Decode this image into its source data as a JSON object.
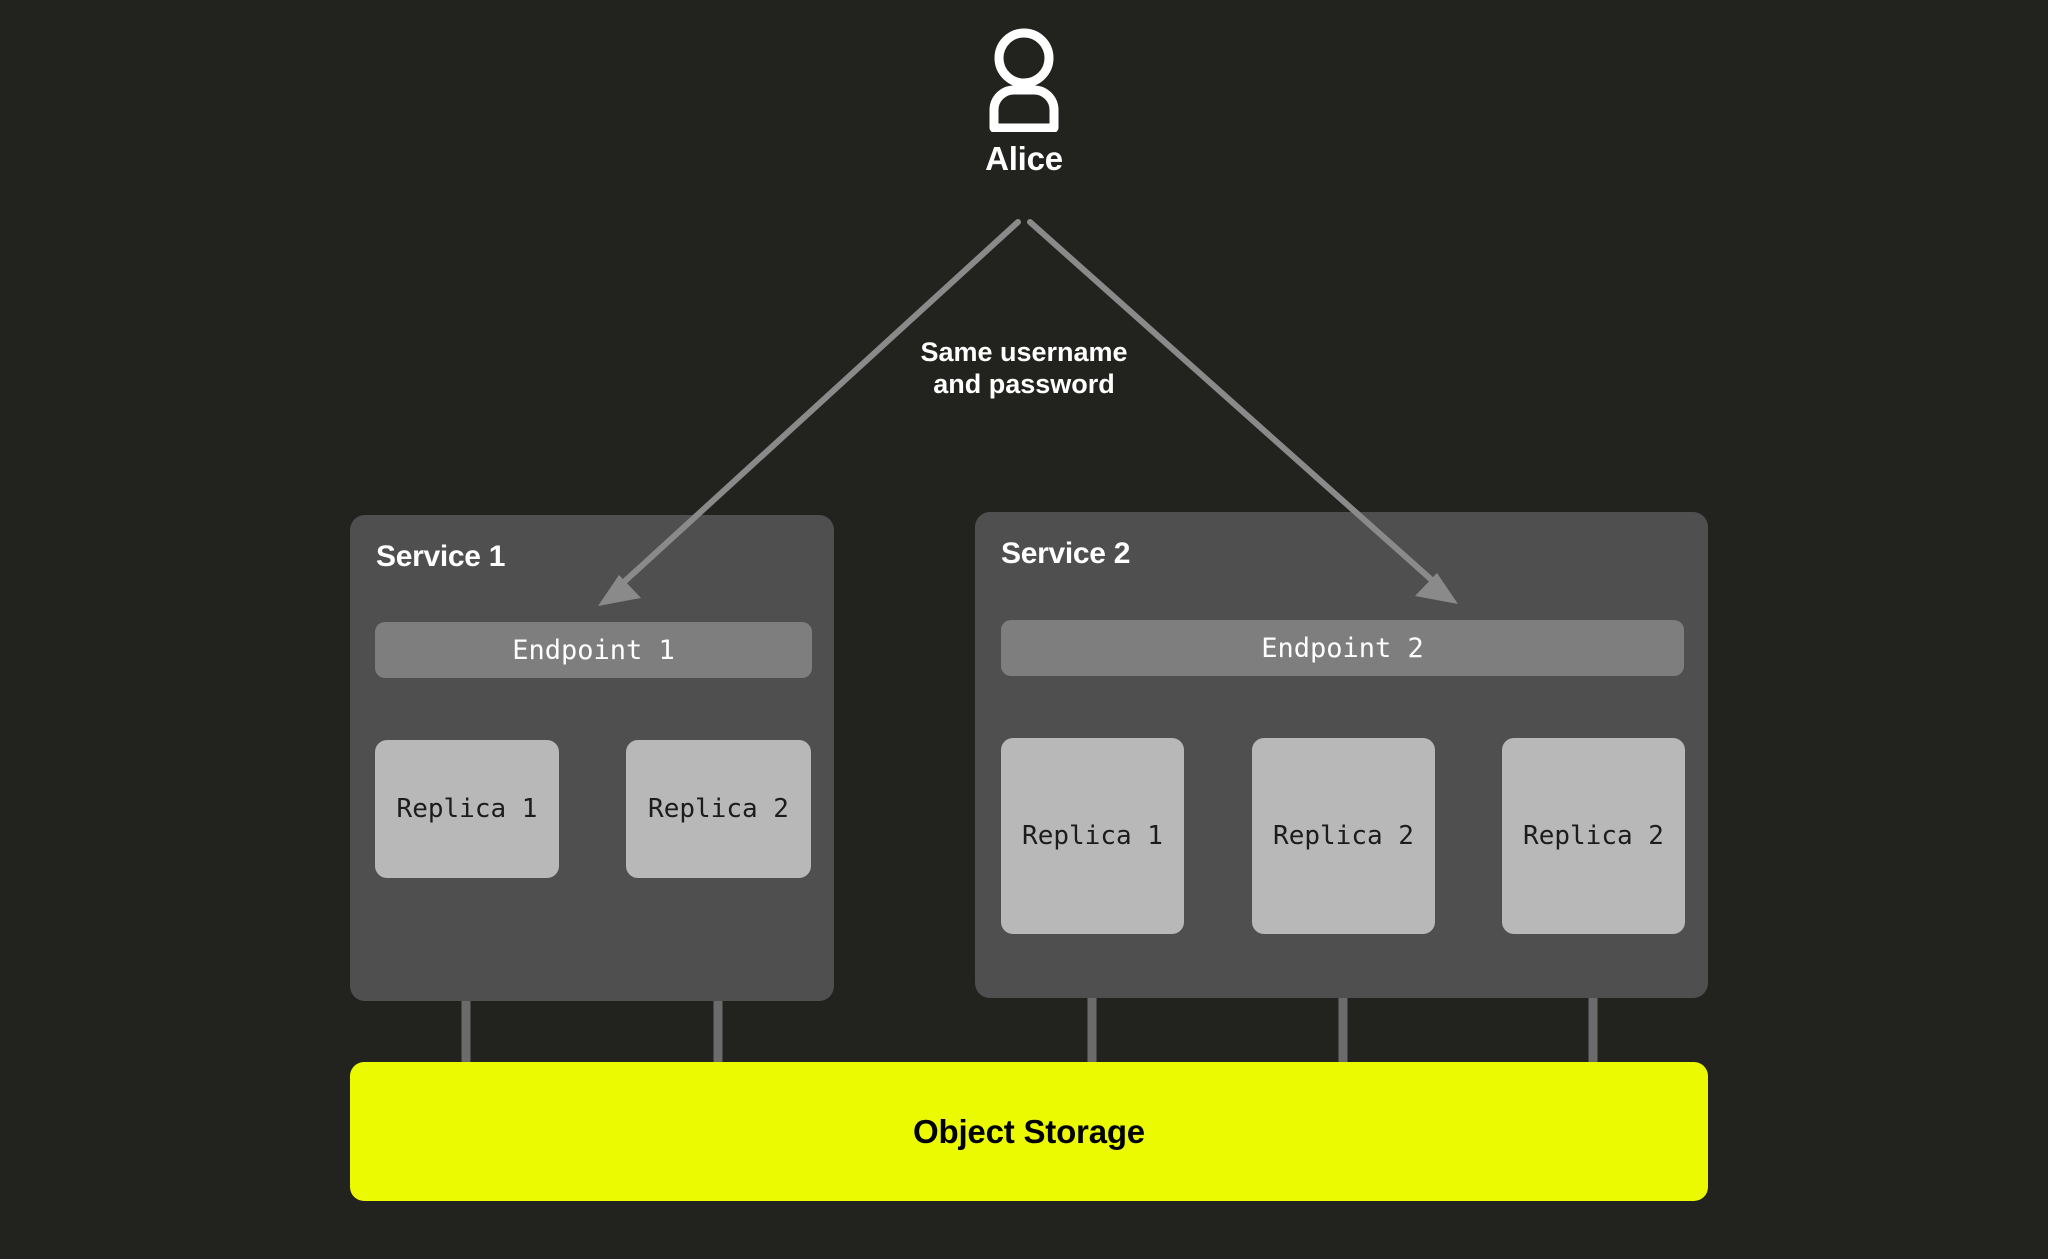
{
  "diagram": {
    "background_color": "#22221f",
    "accent_color": "#ebfa00",
    "card_color": "#4f4f4f",
    "endpoint_color": "#7e7e7e",
    "replica_color": "#b8b8b8",
    "connector_color": "#6b6b6b",
    "arrow_color": "#8a8a8a"
  },
  "actor": {
    "label": "Alice",
    "icon": "person-icon"
  },
  "edge_note": {
    "line1": "Same username",
    "line2": "and password"
  },
  "services": [
    {
      "title": "Service 1",
      "endpoint": "Endpoint 1",
      "replicas": [
        "Replica 1",
        "Replica 2"
      ]
    },
    {
      "title": "Service 2",
      "endpoint": "Endpoint 2",
      "replicas": [
        "Replica 1",
        "Replica 2",
        "Replica 2"
      ]
    }
  ],
  "storage": {
    "label": "Object Storage"
  }
}
